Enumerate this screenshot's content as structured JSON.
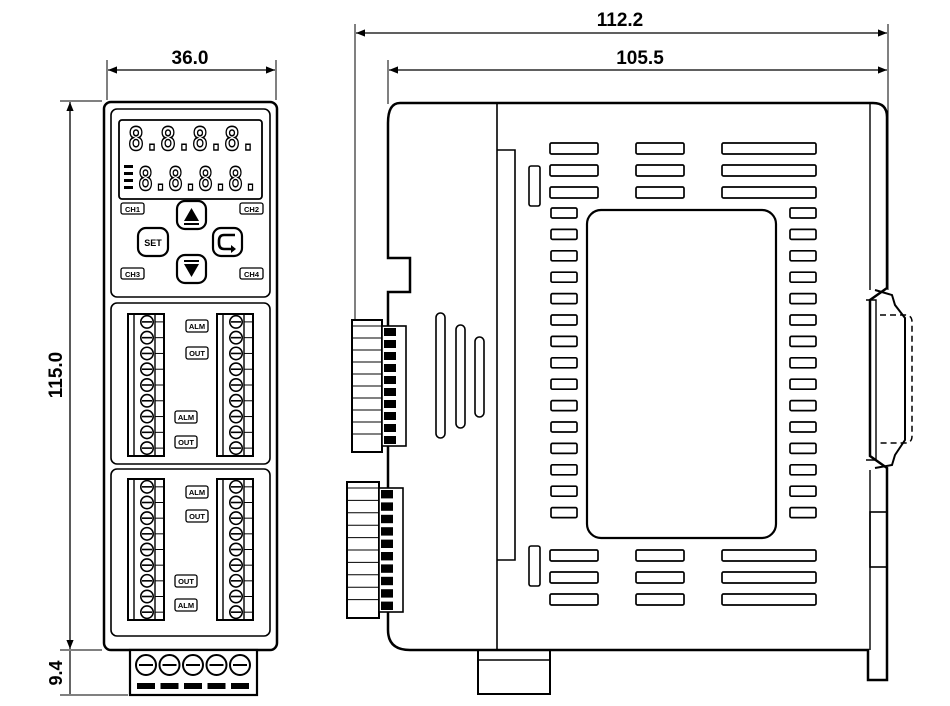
{
  "dimensions": {
    "width_front": "36.0",
    "height_total": "115.0",
    "terminal_height": "9.4",
    "depth_overall": "112.2",
    "depth_body": "105.5"
  },
  "display": {
    "row1": "8.8.8.8.",
    "row2": "8.8.8.8."
  },
  "channels": [
    "CH1",
    "CH2",
    "CH3",
    "CH4"
  ],
  "keys": {
    "set": "SET",
    "up": "▲",
    "down": "▼",
    "mode": "⊂"
  },
  "indicators": {
    "upper_alm1": "ALM",
    "upper_out1": "OUT",
    "upper_alm2": "ALM",
    "upper_out2": "OUT",
    "lower_alm1": "ALM",
    "lower_out1": "OUT",
    "lower_out2": "OUT",
    "lower_alm2": "ALM"
  }
}
